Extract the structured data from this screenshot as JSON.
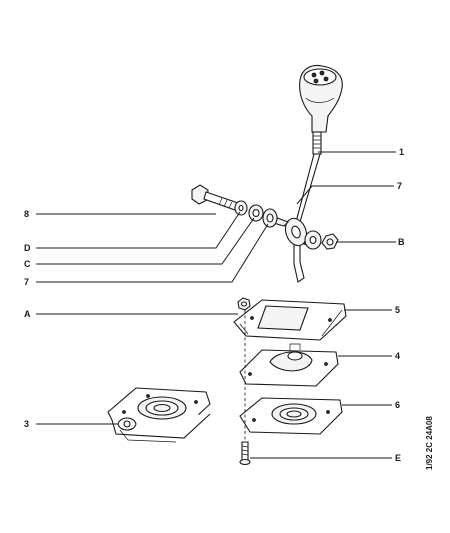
{
  "labels": {
    "knob_lever": "1",
    "guide_ring": "7",
    "bolt": "8",
    "washer_d": "D",
    "washer_c": "C",
    "bushing_7": "7",
    "nut_b": "B",
    "nut_a": "A",
    "plate_5": "5",
    "boot_4": "4",
    "plate_6": "6",
    "housing_3": "3",
    "screw_e": "E"
  },
  "reference_code": "1/92 2C 24A08"
}
